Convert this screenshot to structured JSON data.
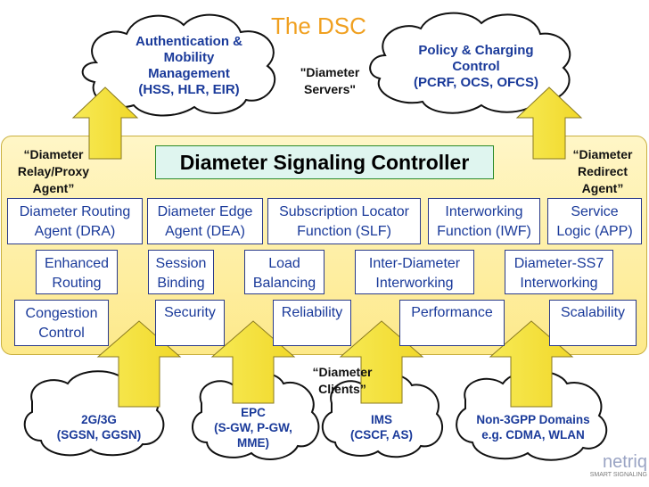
{
  "title": "The DSC",
  "top_clouds": {
    "left": [
      "Authentication &",
      "Mobility",
      "Management",
      "(HSS, HLR, EIR)"
    ],
    "right": [
      "Policy & Charging",
      "Control",
      "(PCRF, OCS, OFCS)"
    ]
  },
  "labels": {
    "servers": [
      "\"Diameter",
      "Servers\""
    ],
    "relay": [
      "“Diameter",
      "Relay/Proxy",
      "Agent”"
    ],
    "redirect": [
      "“Diameter",
      "Redirect",
      "Agent”"
    ],
    "clients": [
      "“Diameter",
      "Clients”"
    ]
  },
  "controller_title": "Diameter Signaling Controller",
  "row1": [
    [
      "Diameter Routing",
      "Agent (DRA)"
    ],
    [
      "Diameter Edge",
      "Agent (DEA)"
    ],
    [
      "Subscription Locator",
      "Function (SLF)"
    ],
    [
      "Interworking",
      "Function (IWF)"
    ],
    [
      "Service",
      "Logic (APP)"
    ]
  ],
  "row2": [
    [
      "Enhanced",
      "Routing"
    ],
    [
      "Session",
      "Binding"
    ],
    [
      "Load",
      "Balancing"
    ],
    [
      "Inter-Diameter",
      "Interworking"
    ],
    [
      "Diameter-SS7",
      "Interworking"
    ]
  ],
  "row3": [
    [
      "Congestion",
      "Control"
    ],
    [
      "Security"
    ],
    [
      "Reliability"
    ],
    [
      "Performance"
    ],
    [
      "Scalability"
    ]
  ],
  "bottom_clouds": [
    [
      "2G/3G",
      "(SGSN, GGSN)"
    ],
    [
      "EPC",
      "(S-GW, P-GW,",
      "MME)"
    ],
    [
      "IMS",
      "(CSCF, AS)"
    ],
    [
      "Non-3GPP Domains",
      "e.g. CDMA, WLAN"
    ]
  ],
  "logo": {
    "name": "netriq",
    "tagline": "SMART SIGNALING"
  },
  "colors": {
    "title": "#f0a020",
    "panel": "#fde98a",
    "arrow": "#f5e23a",
    "cloud_text": "#1a3a9a",
    "box_border": "#2a3a8a"
  }
}
